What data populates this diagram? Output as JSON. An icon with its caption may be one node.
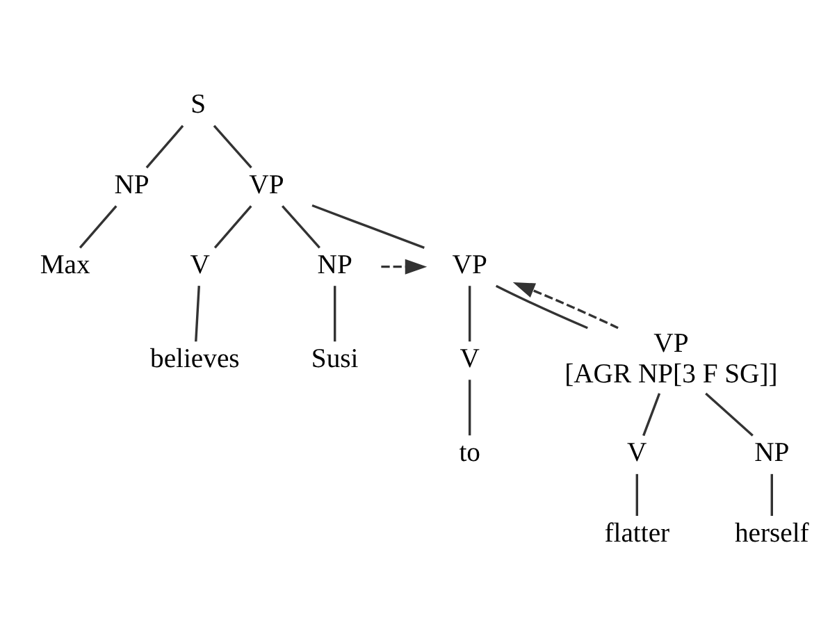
{
  "diagram": {
    "nodes": [
      {
        "text": [
          "S"
        ]
      },
      {
        "text": [
          "NP"
        ]
      },
      {
        "text": [
          "VP"
        ]
      },
      {
        "text": [
          "Max"
        ]
      },
      {
        "text": [
          "V"
        ]
      },
      {
        "text": [
          "NP"
        ]
      },
      {
        "text": [
          "VP"
        ]
      },
      {
        "text": [
          "believes"
        ]
      },
      {
        "text": [
          "Susi"
        ]
      },
      {
        "text": [
          "V"
        ]
      },
      {
        "text": [
          "VP",
          "[AGR NP[3 F SG]]"
        ]
      },
      {
        "text": [
          "to"
        ]
      },
      {
        "text": [
          "V"
        ]
      },
      {
        "text": [
          "NP"
        ]
      },
      {
        "text": [
          "flatter"
        ]
      },
      {
        "text": [
          "herself"
        ]
      }
    ],
    "edges": [
      {
        "from": 0,
        "to": 1,
        "arrow": "none"
      },
      {
        "from": 0,
        "to": 2,
        "arrow": "none"
      },
      {
        "from": 1,
        "to": 3,
        "arrow": "none"
      },
      {
        "from": 2,
        "to": 4,
        "arrow": "none"
      },
      {
        "from": 2,
        "to": 5,
        "arrow": "none"
      },
      {
        "from": 2,
        "to": 6,
        "arrow": "none"
      },
      {
        "from": 4,
        "to": 7,
        "arrow": "none"
      },
      {
        "from": 5,
        "to": 8,
        "arrow": "none"
      },
      {
        "from": 5,
        "to": 6,
        "arrow": "to",
        "style": "dashed"
      },
      {
        "from": 6,
        "to": 9,
        "arrow": "none"
      },
      {
        "from": 6,
        "to": 10,
        "arrow": "none"
      },
      {
        "from": 10,
        "to": 6,
        "arrow": "to",
        "style": "dashed"
      },
      {
        "from": 9,
        "to": 11,
        "arrow": "none"
      },
      {
        "from": 10,
        "to": 12,
        "arrow": "none"
      },
      {
        "from": 10,
        "to": 13,
        "arrow": "none"
      },
      {
        "from": 12,
        "to": 14,
        "arrow": "none"
      },
      {
        "from": 13,
        "to": 15,
        "arrow": "none"
      }
    ]
  }
}
